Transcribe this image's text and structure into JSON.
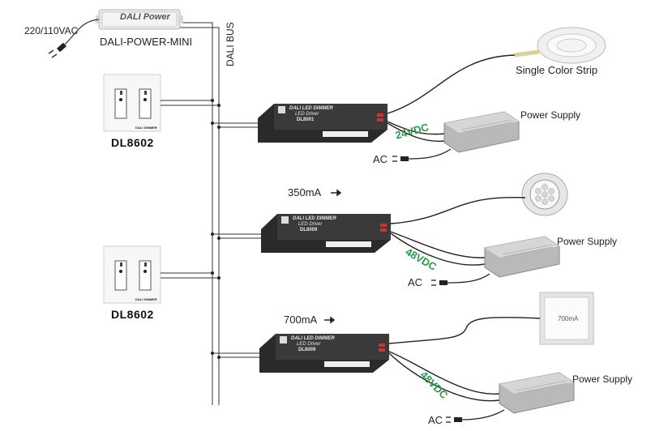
{
  "power_module": {
    "label": "DALI Power",
    "name": "DALI-POWER-MINI",
    "input_label": "220/110VAC"
  },
  "bus_label": "DALI BUS",
  "switches": [
    {
      "model": "DL8602",
      "panel_text": "DALI DIMMER"
    },
    {
      "model": "DL8602",
      "panel_text": "DALI DIMMER"
    }
  ],
  "drivers": [
    {
      "title": "DALI LED DIMMER",
      "subtitle": "LED Driver",
      "model": "DL8001",
      "output_label": "",
      "output_voltage": "24VDC",
      "load_label": "Single Color Strip"
    },
    {
      "title": "DALI LED DIMMER",
      "subtitle": "LED Driver",
      "model": "DL8009",
      "output_label": "350mA",
      "output_voltage": "48VDC",
      "load_label": ""
    },
    {
      "title": "DALI LED DIMMER",
      "subtitle": "LED Driver",
      "model": "DL8009",
      "output_label": "700mA",
      "output_voltage": "48VDC",
      "load_label": "700mA"
    }
  ],
  "power_supplies": [
    {
      "label": "Power Supply",
      "ac_label": "AC"
    },
    {
      "label": "Power Supply",
      "ac_label": "AC"
    },
    {
      "label": "Power Supply",
      "ac_label": "AC"
    }
  ],
  "colors": {
    "wire": "#333333",
    "driver_body": "#2a2a2a",
    "voltage_text": "#2a9a4a",
    "power_supply_body": "#b9b9b9"
  }
}
